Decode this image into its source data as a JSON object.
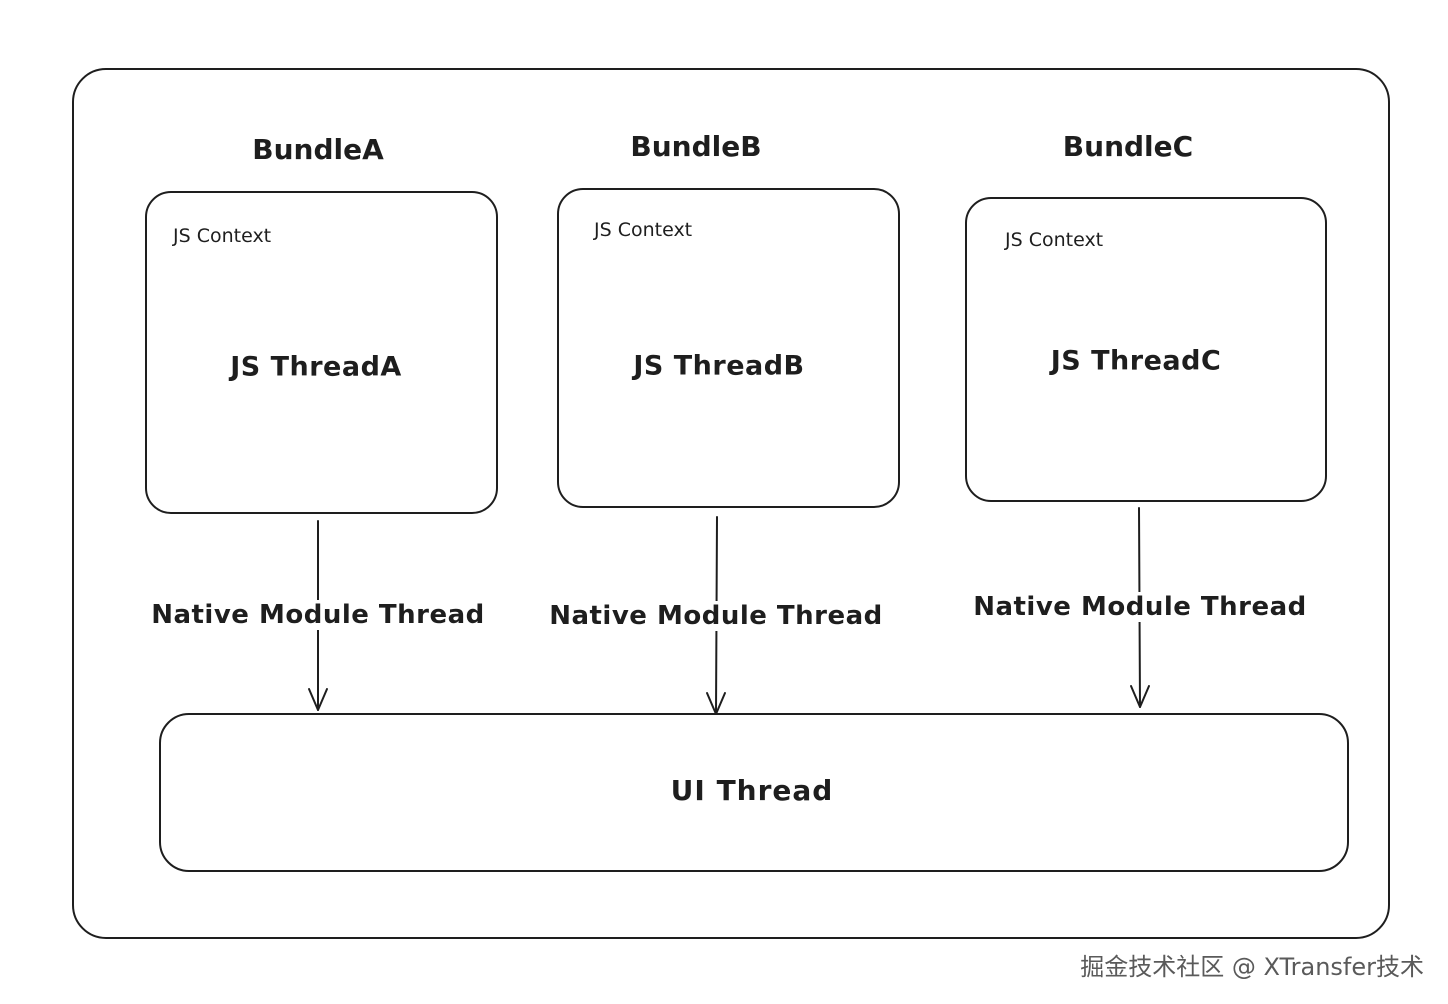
{
  "bundles": [
    {
      "title": "BundleA",
      "context": "JS Context",
      "thread": "JS ThreadA",
      "native": "Native Module Thread"
    },
    {
      "title": "BundleB",
      "context": "JS Context",
      "thread": "JS ThreadB",
      "native": "Native Module Thread"
    },
    {
      "title": "BundleC",
      "context": "JS Context",
      "thread": "JS ThreadC",
      "native": "Native Module Thread"
    }
  ],
  "ui_thread": "UI Thread",
  "watermark": "掘金技术社区 @ XTransfer技术",
  "colors": {
    "stroke": "#1e1e1e",
    "background": "#ffffff",
    "watermark": "#5a5a5a"
  }
}
